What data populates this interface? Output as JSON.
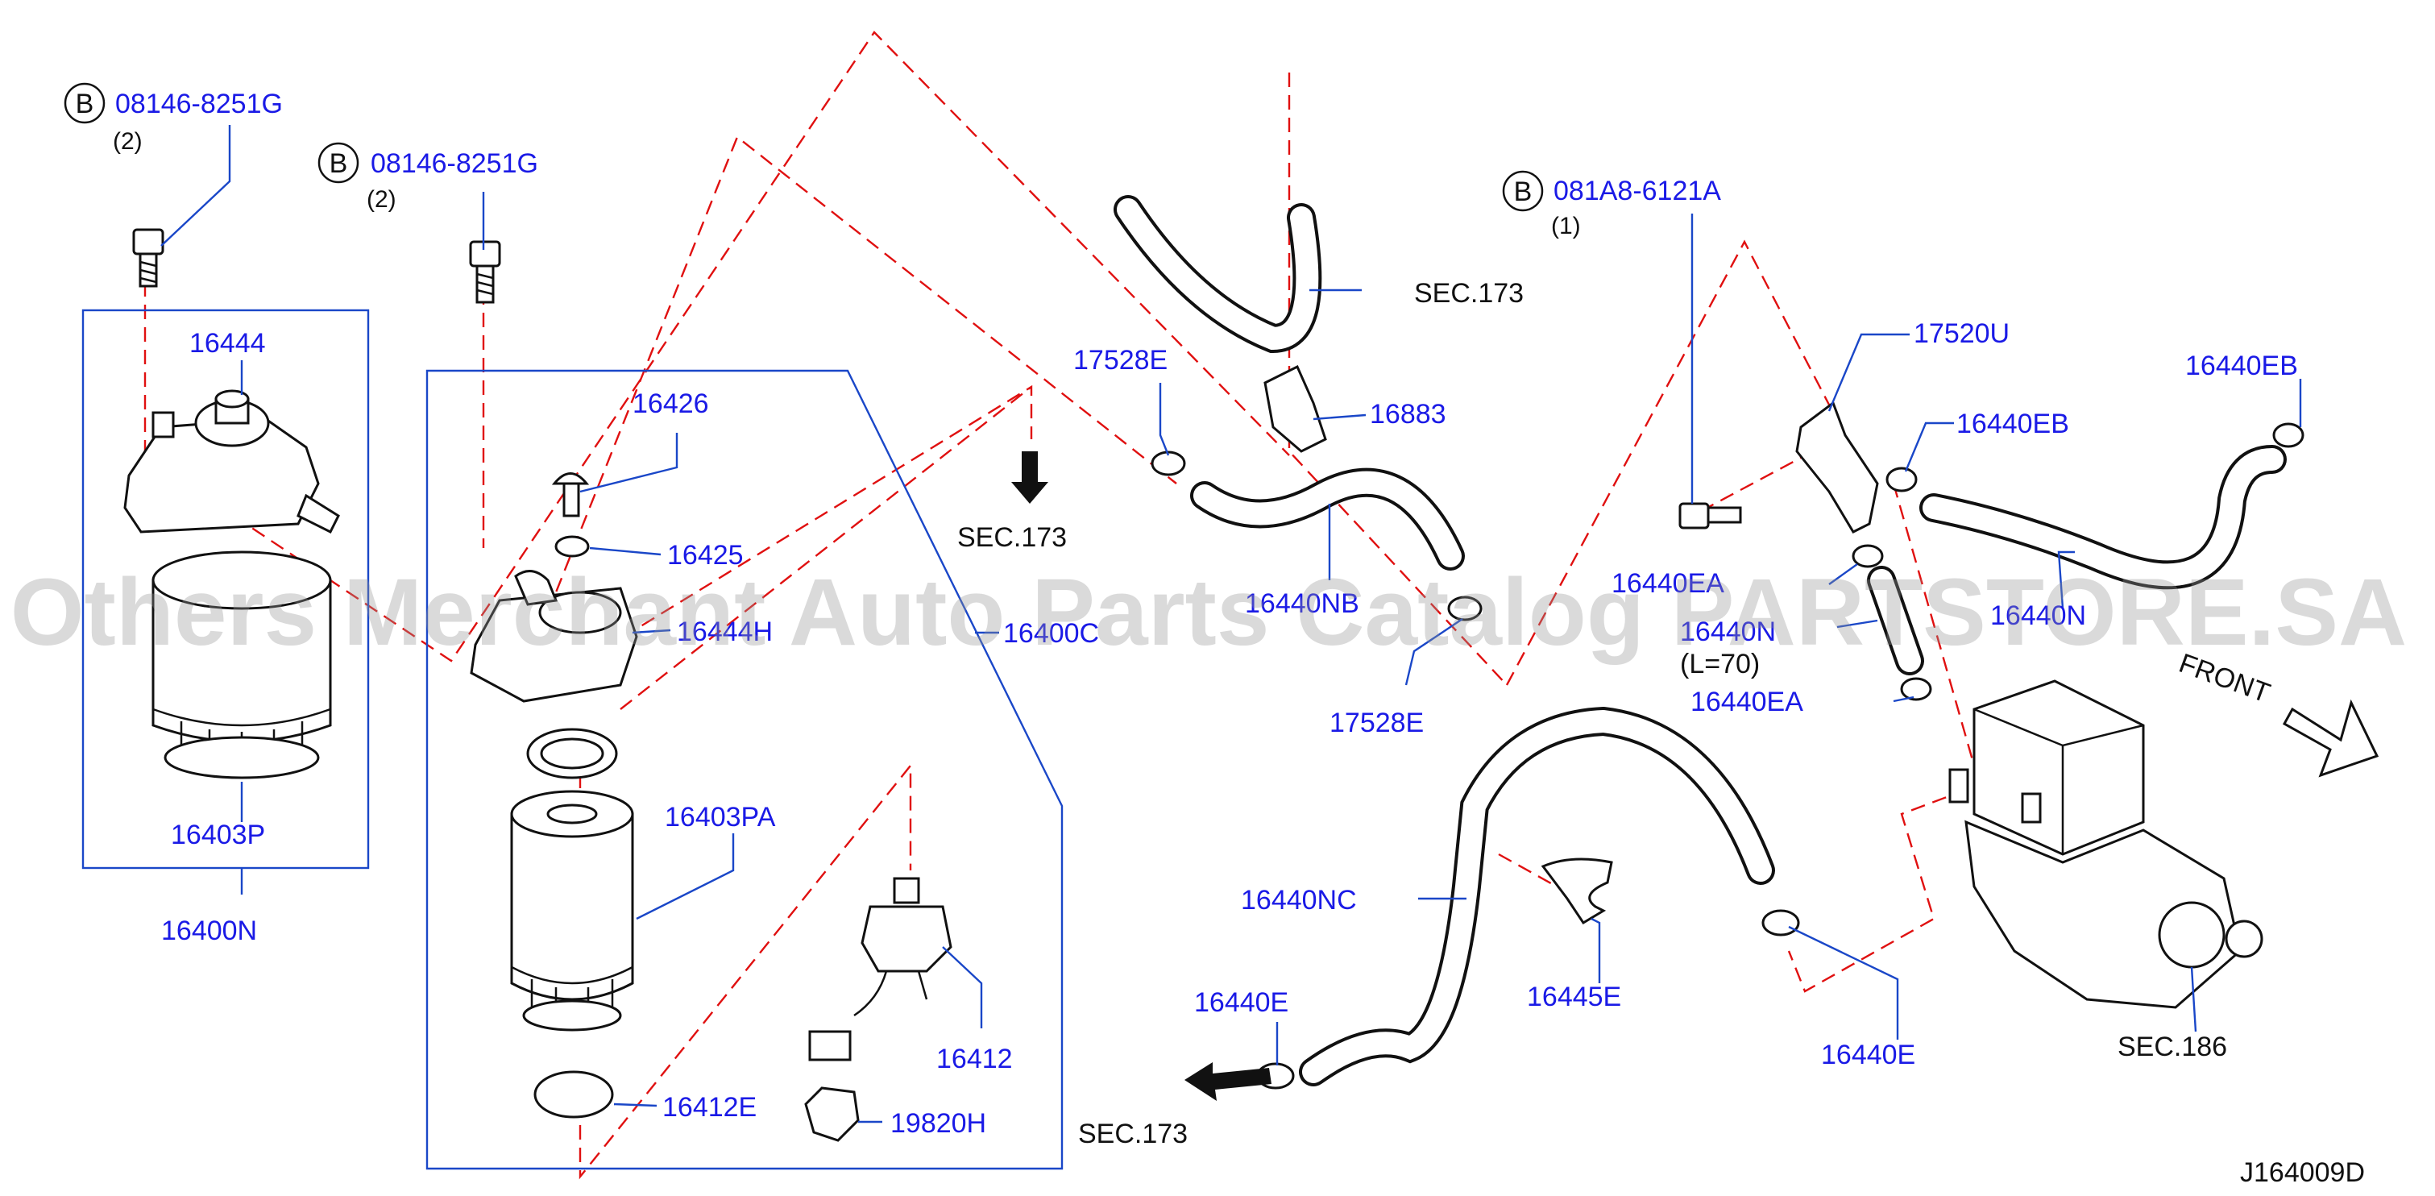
{
  "diagram_id": "J164009D",
  "watermark": "Others Merchant Auto Parts Catalog PARTSTORE.SA",
  "bolt_badge": "B",
  "labels": {
    "bolt_left_part": "08146-8251G",
    "bolt_left_qty": "(2)",
    "bolt_mid_part": "08146-8251G",
    "bolt_mid_qty": "(2)",
    "bolt_right_part": "081A8-6121A",
    "bolt_right_qty": "(1)",
    "p16444": "16444",
    "p16403P": "16403P",
    "p16400N": "16400N",
    "p16426": "16426",
    "p16425": "16425",
    "p16444H": "16444H",
    "p16400C": "16400C",
    "p16403PA": "16403PA",
    "p16412": "16412",
    "p16412E": "16412E",
    "p19820H": "19820H",
    "sec173_mid": "SEC.173",
    "sec173_top": "SEC.173",
    "sec173_bottom": "SEC.173",
    "p17528E_top": "17528E",
    "p16883": "16883",
    "p16440NB": "16440NB",
    "p17528E_bottom": "17528E",
    "p17520U": "17520U",
    "p16440EB_mid": "16440EB",
    "p16440EB_right": "16440EB",
    "p16440EA_top": "16440EA",
    "p16440N_mid": "16440N",
    "l70": "(L=70)",
    "p16440EA_bottom": "16440EA",
    "p16440N_right": "16440N",
    "front": "FRONT",
    "p16440NC": "16440NC",
    "p16445E": "16445E",
    "p16440E_left": "16440E",
    "p16440E_right": "16440E",
    "sec186": "SEC.186"
  }
}
